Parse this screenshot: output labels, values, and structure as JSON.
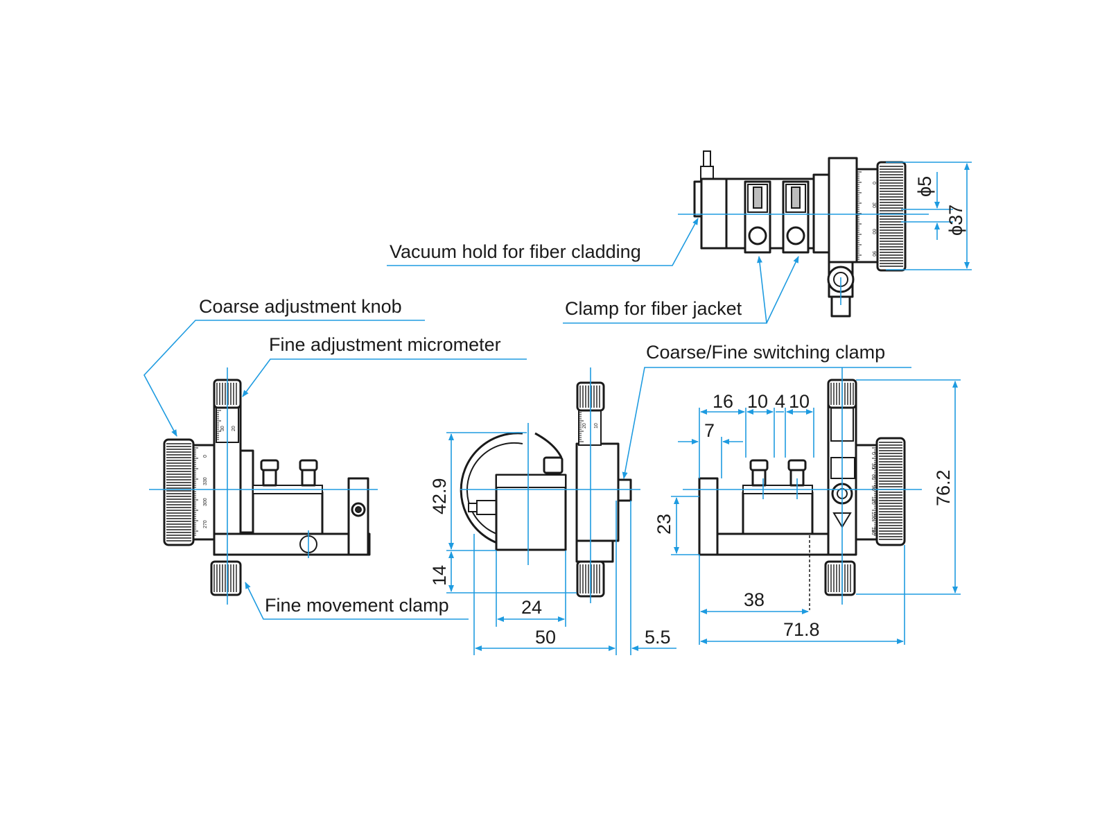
{
  "labels": {
    "vacuum_hold": "Vacuum hold for fiber cladding",
    "clamp_fiber_jacket": "Clamp for fiber jacket",
    "coarse_knob": "Coarse adjustment knob",
    "fine_micrometer": "Fine adjustment micrometer",
    "coarse_fine_clamp": "Coarse/Fine switching clamp",
    "fine_movement_clamp": "Fine movement clamp"
  },
  "dimensions": {
    "phi5": "ϕ5",
    "phi37": "ϕ37",
    "d16": "16",
    "d10a": "10",
    "d4": "4",
    "d10b": "10",
    "d7": "7",
    "d42_9": "42.9",
    "d14": "14",
    "d24": "24",
    "d50": "50",
    "d5_5": "5.5",
    "d23": "23",
    "d38": "38",
    "d71_8": "71.8",
    "d76_2": "76.2"
  },
  "scale_marks": {
    "knob_left": [
      "0",
      "330",
      "300",
      "270"
    ],
    "micro_left": [
      "30",
      "20"
    ],
    "micro_mid": [
      "20",
      "10"
    ],
    "knob_right": [
      "0",
      "30",
      "60",
      "90",
      "120",
      "150",
      "180"
    ],
    "knob_top": [
      "0",
      "30",
      "60",
      "90"
    ]
  },
  "colors": {
    "line": "#1a1a1a",
    "dimension": "#1e9be0",
    "background": "#ffffff"
  }
}
